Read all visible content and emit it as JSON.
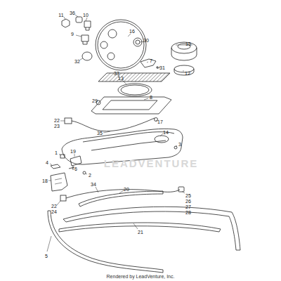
{
  "diagram": {
    "labels": [
      "11",
      "36",
      "10",
      "9",
      "32",
      "16",
      "30",
      "7",
      "31",
      "15",
      "12",
      "33",
      "13",
      "29",
      "8",
      "22",
      "23",
      "35",
      "17",
      "14",
      "3",
      "1",
      "19",
      "4",
      "6",
      "2",
      "18",
      "34",
      "20",
      "25",
      "26",
      "27",
      "28",
      "22",
      "24",
      "21",
      "5",
      "LEADVENTURE",
      "Rendered by LeadVenture, Inc."
    ]
  }
}
